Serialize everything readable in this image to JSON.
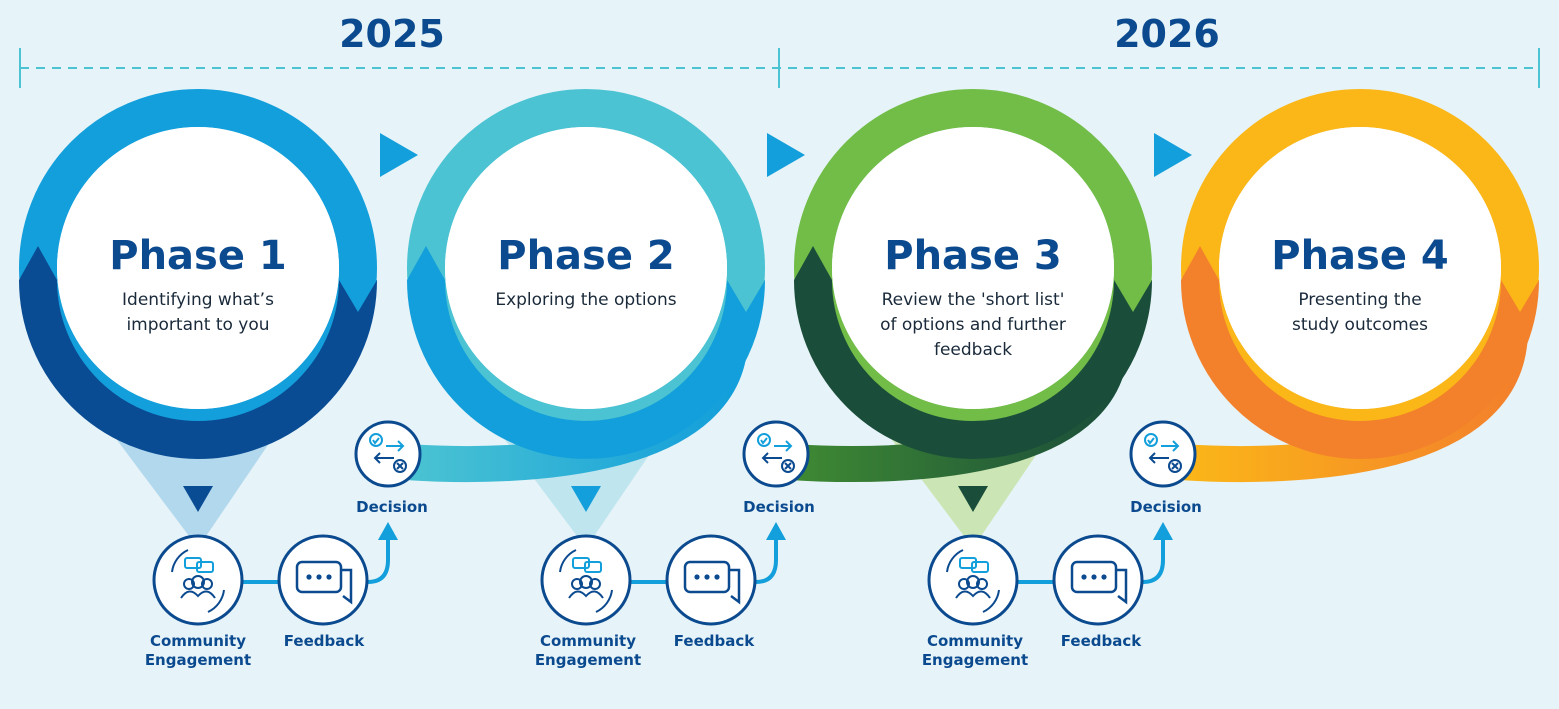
{
  "timeline": {
    "years": [
      "2025",
      "2026"
    ]
  },
  "phases": [
    {
      "title": "Phase 1",
      "description": "Identifying what’s\nimportant to you",
      "outer_color": "#139fdb",
      "inner_color": "#0a4c93",
      "light_color": "#b2d8ee"
    },
    {
      "title": "Phase 2",
      "description": "Exploring the options",
      "outer_color": "#4bc3d2",
      "inner_color": "#139fdb",
      "light_color": "#bfe5ee"
    },
    {
      "title": "Phase 3",
      "description": "Review the 'short list'\nof options and further\nfeedback",
      "outer_color": "#71bd48",
      "inner_color": "#1b4e3a",
      "light_color": "#cbe6b4"
    },
    {
      "title": "Phase 4",
      "description": "Presenting the\nstudy outcomes",
      "outer_color": "#fbb718",
      "inner_color": "#f3812b",
      "light_color": "#fde2b0"
    }
  ],
  "steps": {
    "engagement_label": "Community\nEngagement",
    "feedback_label": "Feedback",
    "decision_label": "Decision"
  },
  "colors": {
    "navy": "#0b4a8f",
    "accent_blue": "#139fdb",
    "dash": "#4bc3d2",
    "background": "#e6f3f8"
  }
}
